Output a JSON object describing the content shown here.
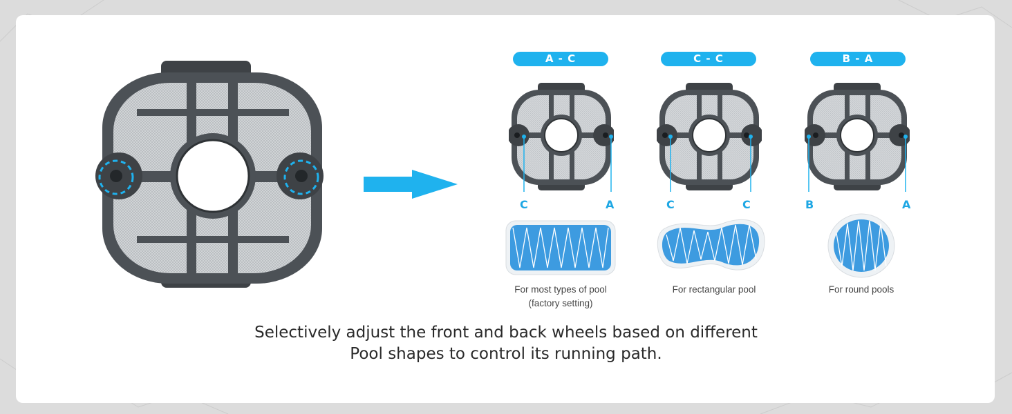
{
  "configs": [
    {
      "pill": "A - C",
      "left_label": "C",
      "right_label": "A",
      "caption": "For most types of pool",
      "caption2": "(factory setting)"
    },
    {
      "pill": "C - C",
      "left_label": "C",
      "right_label": "C",
      "caption": "For rectangular pool",
      "caption2": ""
    },
    {
      "pill": "B - A",
      "left_label": "B",
      "right_label": "A",
      "caption": "For round pools",
      "caption2": ""
    }
  ],
  "main_text": {
    "line1": "Selectively adjust the front and back wheels based on different",
    "line2": "Pool shapes to control its running path."
  },
  "colors": {
    "accent": "#1fb2ee",
    "body": "#555a60",
    "mesh": "#c9cdd1",
    "water": "#3d9be0"
  },
  "icons": {
    "arrow": "right-arrow-icon",
    "device": "robot-underside-icon",
    "pool": "pool-path-icon"
  }
}
